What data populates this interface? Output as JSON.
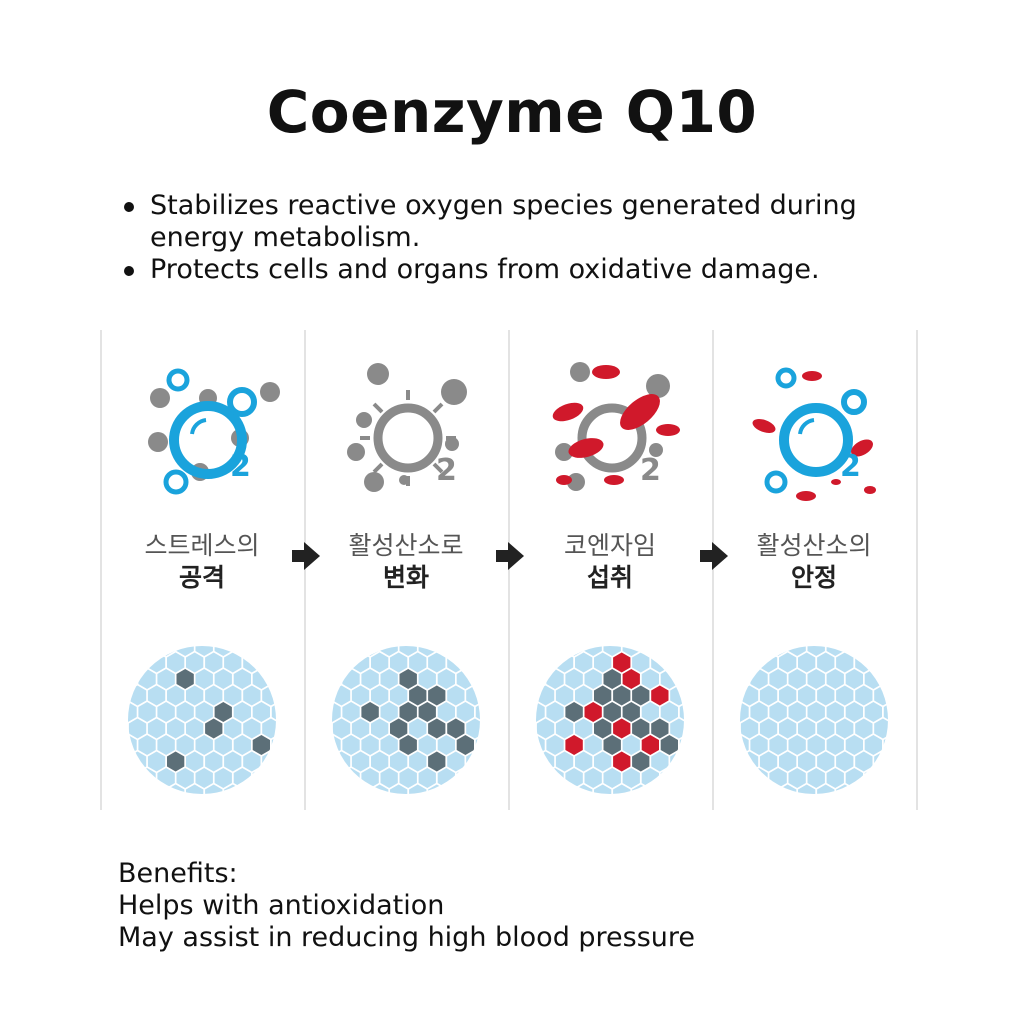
{
  "title": "Coenzyme Q10",
  "bullets": [
    "Stabilizes reactive oxygen species generated during energy metabolism.",
    "Protects cells and organs from oxidative damage."
  ],
  "steps": [
    {
      "line1": "스트레스의",
      "line2": "공격"
    },
    {
      "line1": "활성산소로",
      "line2": "변화"
    },
    {
      "line1": "코엔자임",
      "line2": "섭취"
    },
    {
      "line1": "활성산소의",
      "line2": "안정"
    }
  ],
  "o2_subscript": "2",
  "benefits": {
    "heading": "Benefits:",
    "items": [
      "Helps with antioxidation",
      "May assist in reducing high blood pressure"
    ]
  },
  "colors": {
    "oxygen_blue": "#1aa3dc",
    "virus_gray": "#8a8a8a",
    "red_particle": "#d0192b",
    "cell_light": "#b8def2",
    "cell_dark": "#5c6f78",
    "cell_red": "#d0192b"
  },
  "icons": [
    "oxygen-molecule-icon",
    "virus-icon",
    "red-particle-icon",
    "arrow-right-icon",
    "cell-hexagon-icon"
  ]
}
